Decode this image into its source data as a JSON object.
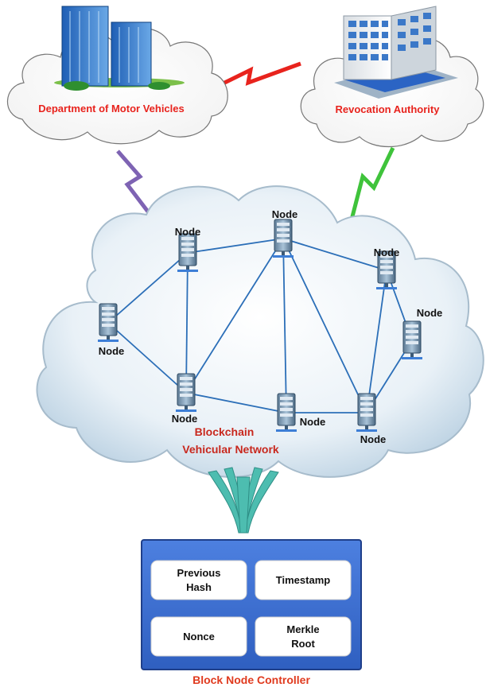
{
  "dmv": {
    "label": "Department of Motor Vehicles"
  },
  "ra": {
    "label": "Revocation Authority"
  },
  "network": {
    "line1": "Blockchain",
    "line2": "Vehicular  Network"
  },
  "node_label": "Node",
  "controller": {
    "label": "Block Node Controller",
    "fields": {
      "previous_hash": [
        "Previous",
        "Hash"
      ],
      "timestamp": [
        "Timestamp"
      ],
      "nonce": [
        "Nonce"
      ],
      "merkle_root": [
        "Merkle",
        "Root"
      ]
    }
  },
  "colors": {
    "dmv_link": "#7e63b3",
    "ra_link": "#3fc33b",
    "authority_link": "#e8231d",
    "edge": "#2c6fb8",
    "controller_fill": "#3f73d6",
    "label_red": "#e8231d",
    "connector": "#4dbdb0"
  }
}
